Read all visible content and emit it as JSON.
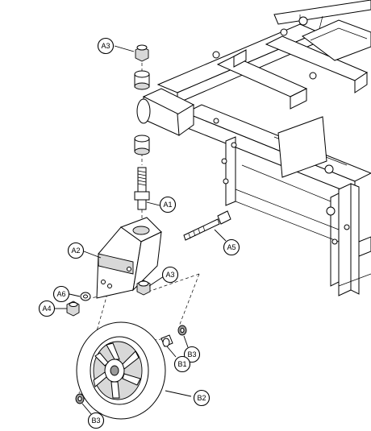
{
  "callouts": [
    {
      "id": "a3_top",
      "label": "A3"
    },
    {
      "id": "a1",
      "label": "A1"
    },
    {
      "id": "a2",
      "label": "A2"
    },
    {
      "id": "a5",
      "label": "A5"
    },
    {
      "id": "a3_mid",
      "label": "A3"
    },
    {
      "id": "a6",
      "label": "A6"
    },
    {
      "id": "a4",
      "label": "A4"
    },
    {
      "id": "b3_right",
      "label": "B3"
    },
    {
      "id": "b1",
      "label": "B1"
    },
    {
      "id": "b2",
      "label": "B2"
    },
    {
      "id": "b3_bottom",
      "label": "B3"
    }
  ]
}
